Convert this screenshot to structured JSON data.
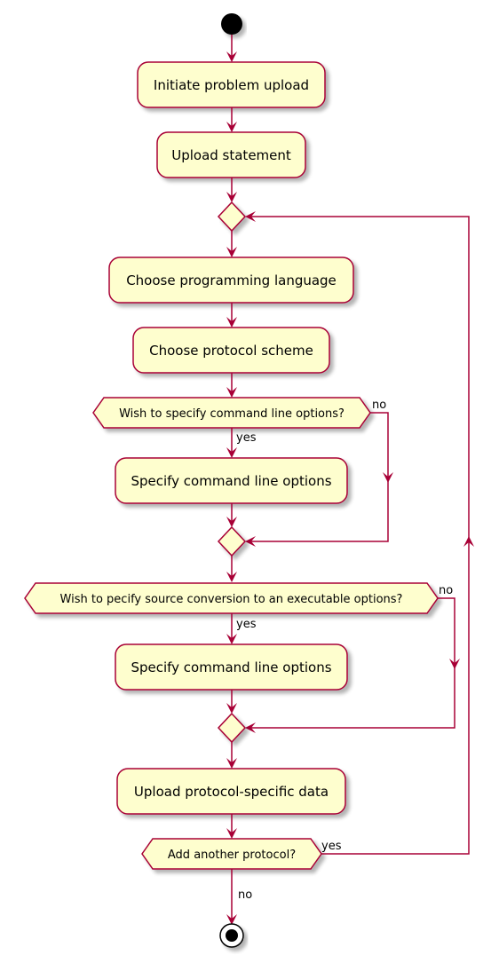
{
  "colors": {
    "accent": "#A80036",
    "fill": "#FEFECE",
    "node": "#000000"
  },
  "activities": [
    "Initiate problem upload",
    "Upload statement",
    "Choose programming language",
    "Choose protocol scheme",
    "Specify command line options",
    "Specify command line options",
    "Upload protocol-specific data"
  ],
  "conditions": [
    "Wish to specify command line options?",
    "Wish to pecify source conversion to an executable options?",
    "Add another protocol?"
  ],
  "branches": {
    "cond1_yes": "yes",
    "cond1_no": "no",
    "cond2_yes": "yes",
    "cond2_no": "no",
    "cond3_yes": "yes",
    "cond3_no": "no"
  }
}
